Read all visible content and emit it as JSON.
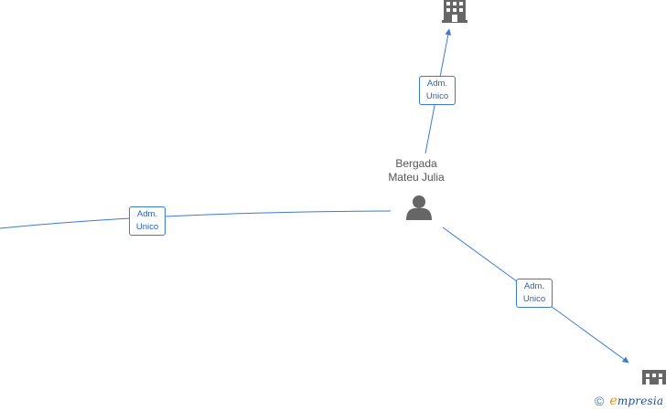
{
  "person": {
    "name_line1": "Bergada",
    "name_line2": "Mateu Julia",
    "icon": "person-icon"
  },
  "companies": [
    {
      "icon": "building-icon"
    },
    {
      "icon": "building-icon"
    }
  ],
  "edges": [
    {
      "label_line1": "Adm.",
      "label_line2": "Unico"
    },
    {
      "label_line1": "Adm.",
      "label_line2": "Unico"
    },
    {
      "label_line1": "Adm.",
      "label_line2": "Unico"
    }
  ],
  "branding": {
    "copyright_symbol": "©",
    "initial": "e",
    "name_rest": "mpresia"
  },
  "colors": {
    "edge": "#3a7bd5",
    "node_icon": "#666666",
    "label_text": "#2a62b8"
  }
}
